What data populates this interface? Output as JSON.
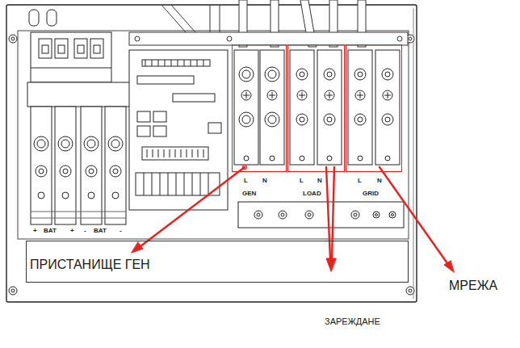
{
  "diagram": {
    "nodes": [
      {
        "text": [
          "L",
          "N",
          "GEN"
        ]
      },
      {
        "text": [
          "L",
          "N",
          "LOAD"
        ]
      },
      {
        "text": [
          "L",
          "N",
          "GRID"
        ]
      },
      {
        "text": [
          "ПРИСТАНИЩЕ ГЕН"
        ]
      }
    ],
    "labels": [
      "+",
      "BAT",
      "+",
      "-",
      "BAT",
      "-",
      "МРЕЖА",
      "ЗАРЕЖДАНЕ"
    ]
  }
}
